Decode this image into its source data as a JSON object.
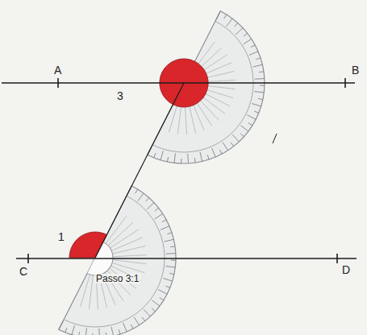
{
  "diagram": {
    "labels": [
      "A",
      "B",
      "C",
      "D",
      "3",
      "1",
      "Passo 3:1"
    ]
  }
}
